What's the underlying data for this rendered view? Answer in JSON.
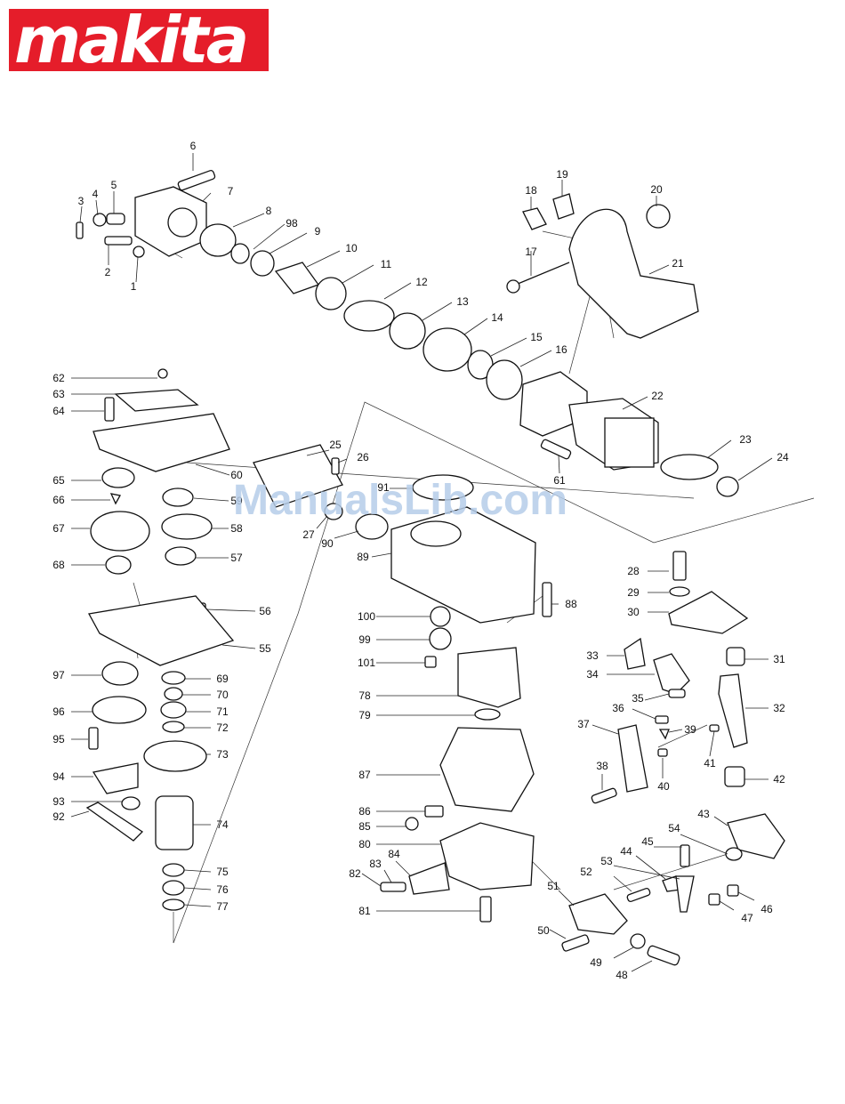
{
  "brand": {
    "logo_text": "makita",
    "registered": "®",
    "color": "#e51d2a"
  },
  "watermark": "ManualsLib.com",
  "parts": [
    "1",
    "2",
    "3",
    "4",
    "5",
    "6",
    "7",
    "8",
    "98",
    "9",
    "10",
    "11",
    "12",
    "13",
    "14",
    "15",
    "16",
    "17",
    "18",
    "19",
    "20",
    "21",
    "22",
    "23",
    "24",
    "61",
    "62",
    "63",
    "64",
    "60",
    "65",
    "66",
    "59",
    "67",
    "58",
    "57",
    "68",
    "56",
    "55",
    "97",
    "69",
    "70",
    "96",
    "71",
    "72",
    "95",
    "73",
    "94",
    "93",
    "92",
    "74",
    "75",
    "76",
    "77",
    "25",
    "26",
    "91",
    "27",
    "90",
    "89",
    "28",
    "29",
    "30",
    "88",
    "100",
    "99",
    "101",
    "78",
    "79",
    "33",
    "34",
    "31",
    "32",
    "35",
    "36",
    "37",
    "39",
    "41",
    "38",
    "40",
    "42",
    "87",
    "86",
    "85",
    "80",
    "84",
    "83",
    "82",
    "81",
    "43",
    "54",
    "45",
    "44",
    "53",
    "46",
    "52",
    "47",
    "51",
    "50",
    "49",
    "48"
  ]
}
